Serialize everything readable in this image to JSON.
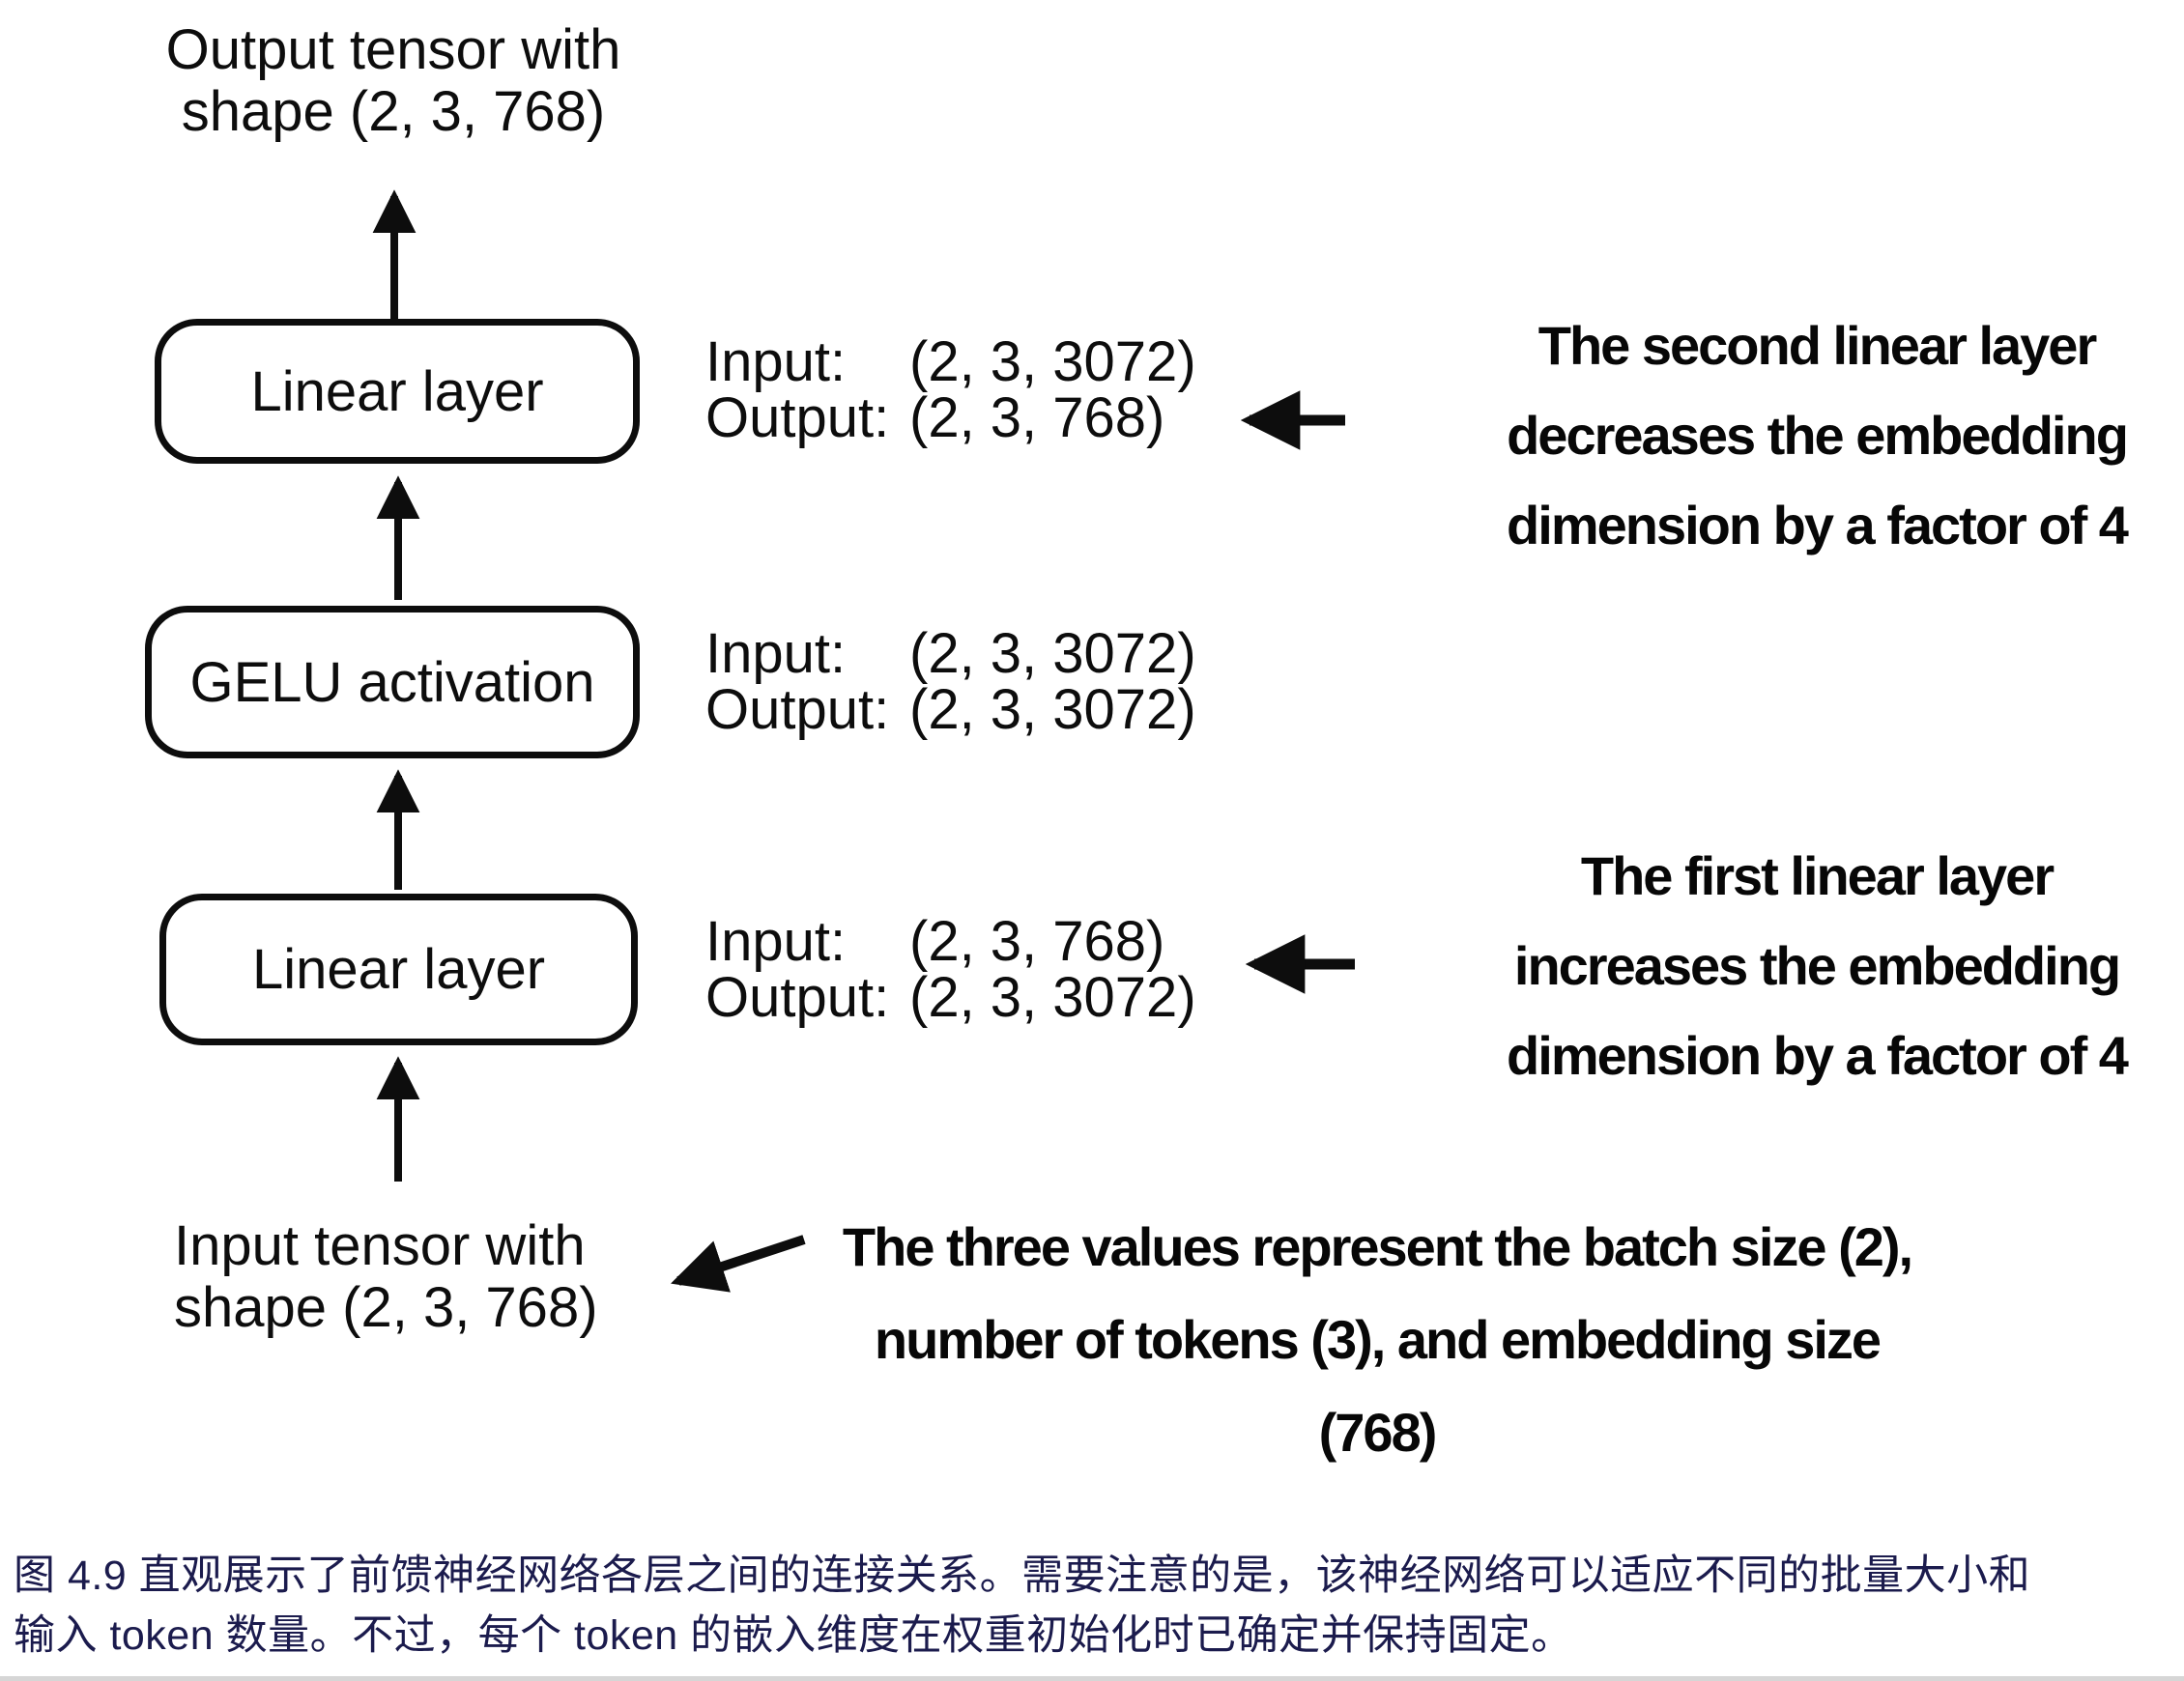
{
  "diagram": {
    "output_tensor_label": {
      "lines": [
        "Output tensor with",
        "shape (2, 3, 768)"
      ]
    },
    "input_tensor_label": {
      "lines": [
        "Input tensor with",
        "shape (2, 3, 768)"
      ]
    },
    "boxes": [
      {
        "label": "Linear layer",
        "io": {
          "input_label": "Input:",
          "input_value": "(2, 3, 3072)",
          "output_label": "Output:",
          "output_value": "(2, 3, 768)"
        }
      },
      {
        "label": "GELU activation",
        "io": {
          "input_label": "Input:",
          "input_value": "(2, 3, 3072)",
          "output_label": "Output:",
          "output_value": "(2, 3, 3072)"
        }
      },
      {
        "label": "Linear layer",
        "io": {
          "input_label": "Input:",
          "input_value": "(2, 3, 768)",
          "output_label": "Output:",
          "output_value": "(2, 3, 3072)"
        }
      }
    ],
    "annotations": {
      "second_linear": {
        "lines": [
          "The second linear layer",
          "decreases the embedding",
          "dimension by a factor of 4"
        ]
      },
      "first_linear": {
        "lines": [
          "The first linear layer",
          "increases the embedding",
          "dimension by a factor of 4"
        ]
      },
      "three_values": {
        "lines": [
          "The three values represent the batch size (2),",
          "number of tokens (3), and embedding size",
          "(768)"
        ]
      }
    }
  },
  "caption": {
    "lines": [
      "图 4.9 直观展示了前馈神经网络各层之间的连接关系。需要注意的是，该神经网络可以适应不同的批量大小和",
      "输入 token 数量。不过，每个 token 的嵌入维度在权重初始化时已确定并保持固定。"
    ]
  },
  "colors": {
    "background": "#ffffff",
    "diagram_ink": "#0d0d0d",
    "annotation_ink": "#070707",
    "caption_text": "#1b1b4d"
  }
}
